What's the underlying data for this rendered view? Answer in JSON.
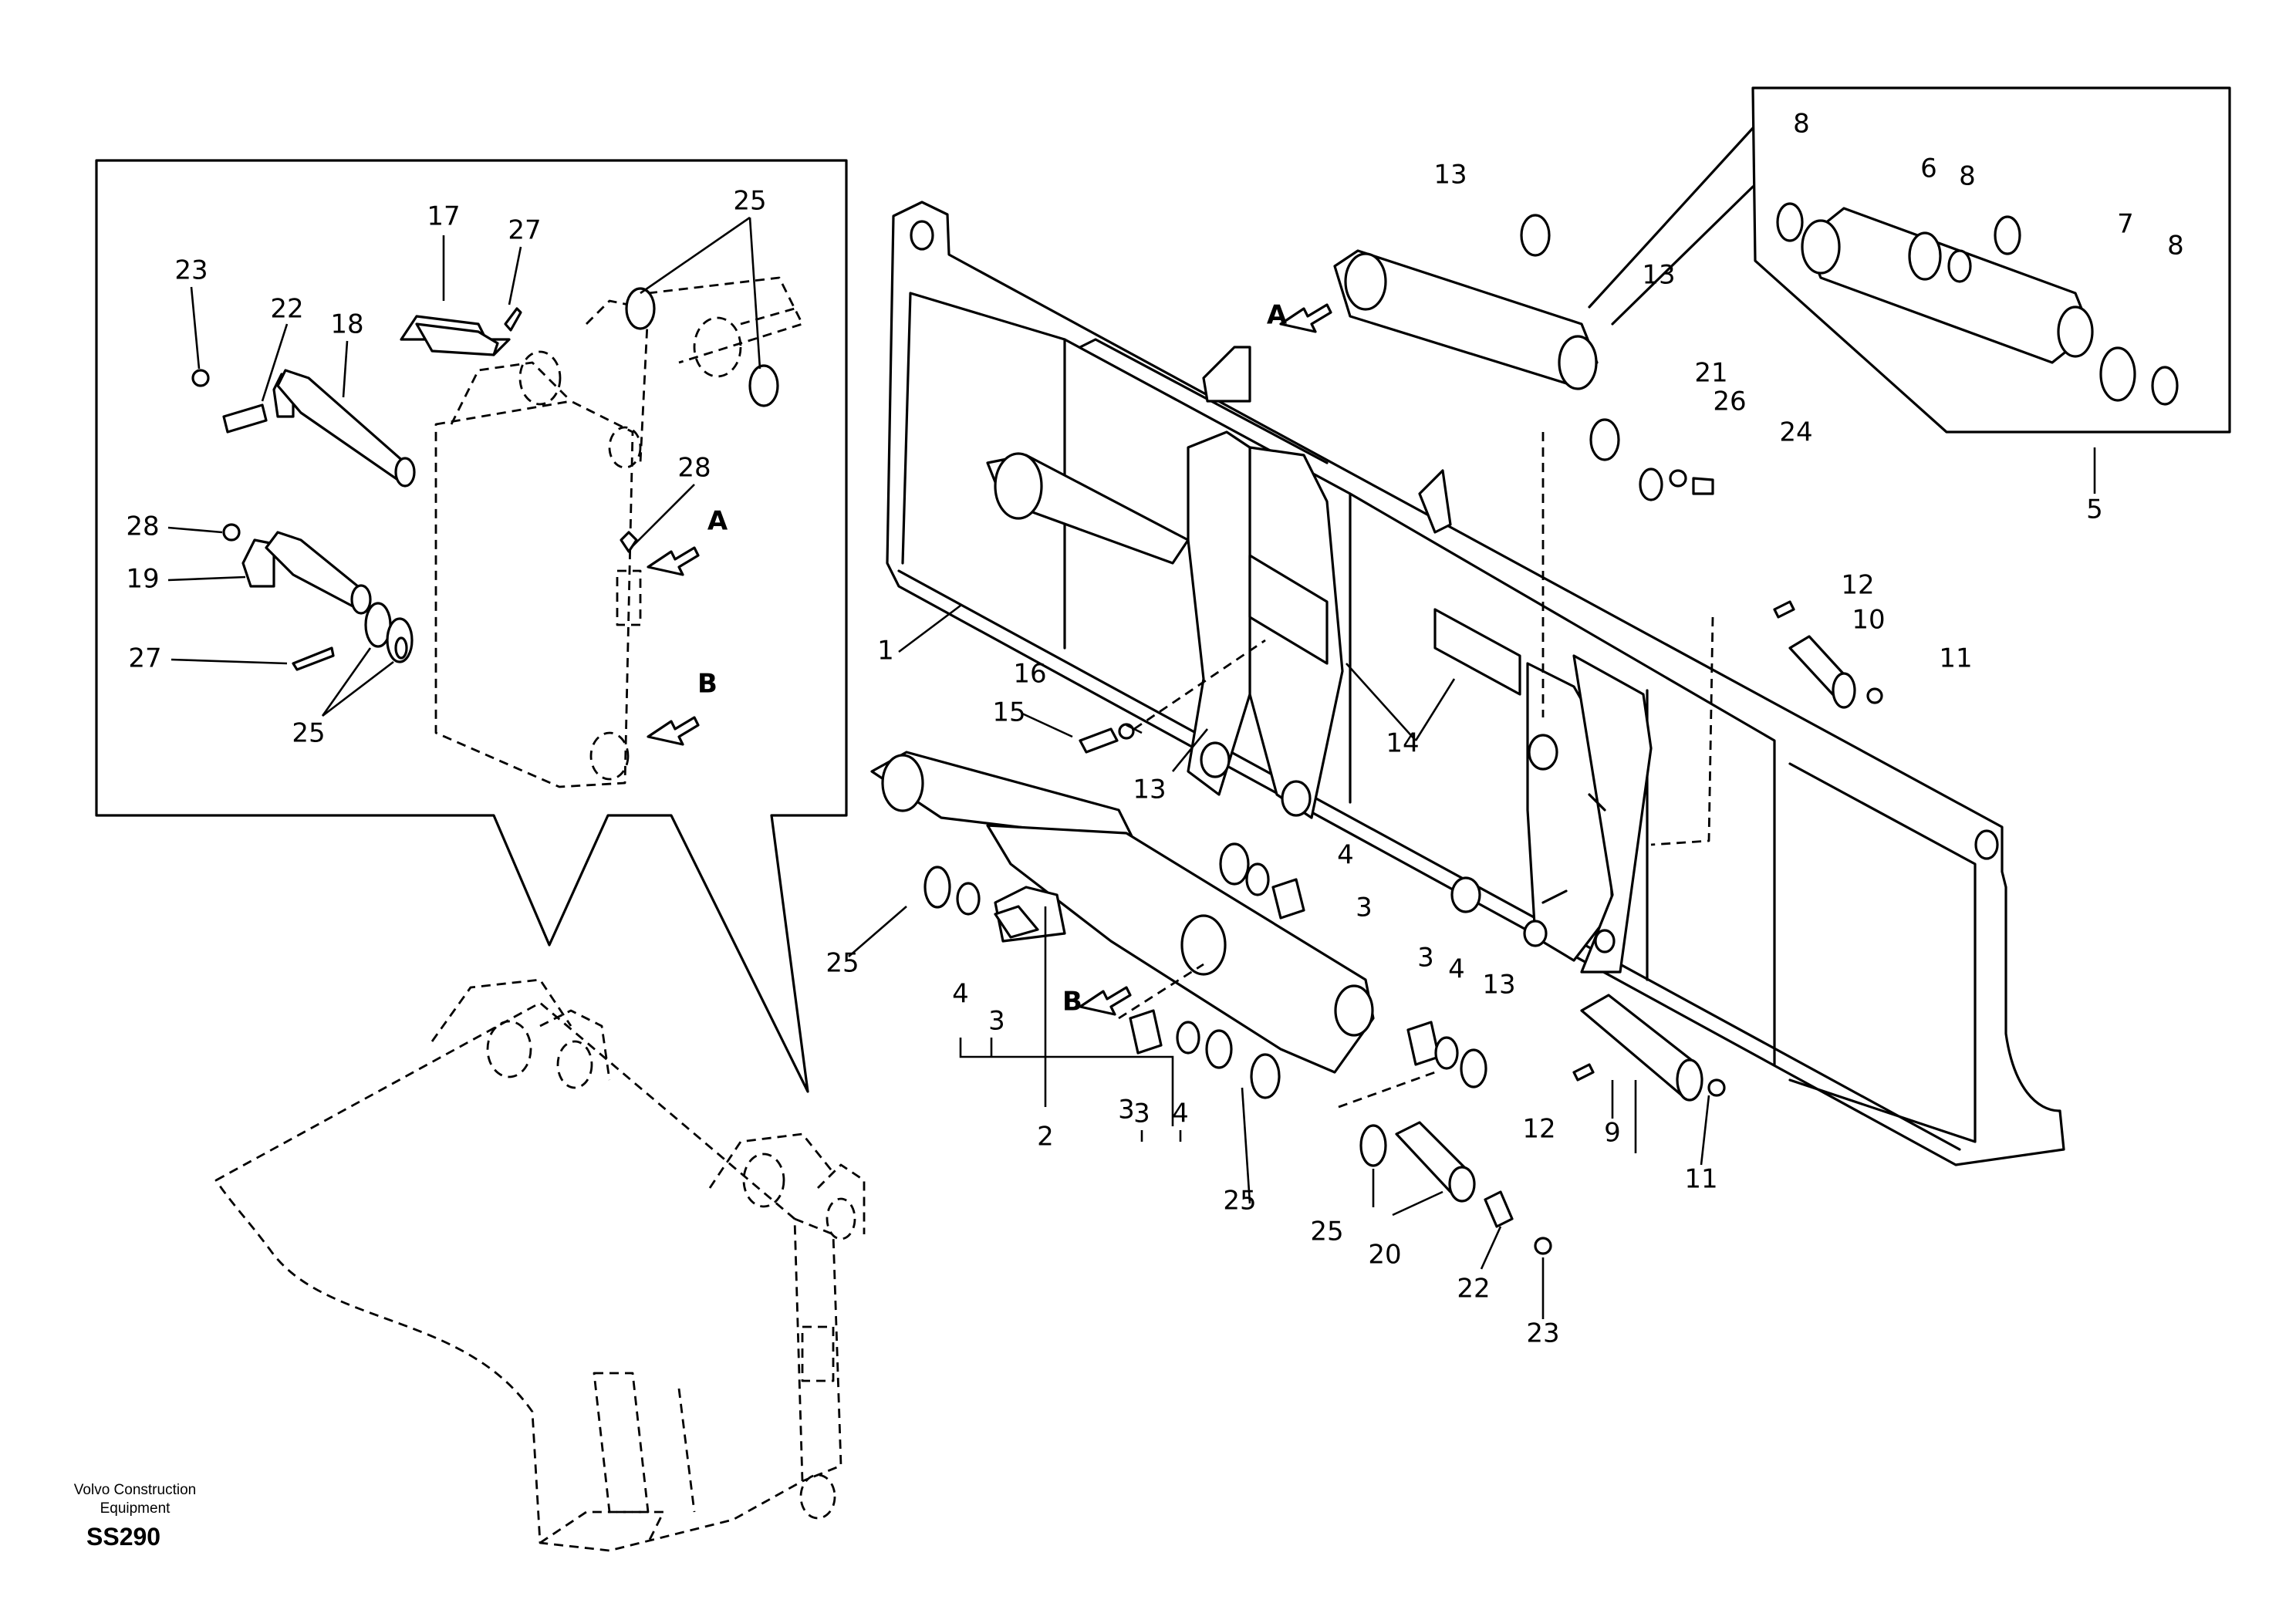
{
  "footer": {
    "brand_line1": "Volvo Construction",
    "brand_line2": "Equipment",
    "code": "SS290"
  },
  "views": {
    "view_a": "A",
    "view_b": "B"
  },
  "callouts": [
    {
      "id": "c1",
      "text": "1"
    },
    {
      "id": "c2",
      "text": "2"
    },
    {
      "id": "c3a",
      "text": "3"
    },
    {
      "id": "c3b",
      "text": "3"
    },
    {
      "id": "c3c",
      "text": "3"
    },
    {
      "id": "c3d",
      "text": "3"
    },
    {
      "id": "c3e",
      "text": "3"
    },
    {
      "id": "c4a",
      "text": "4"
    },
    {
      "id": "c4b",
      "text": "4"
    },
    {
      "id": "c4c",
      "text": "4"
    },
    {
      "id": "c4d",
      "text": "4"
    },
    {
      "id": "c5",
      "text": "5"
    },
    {
      "id": "c6",
      "text": "6"
    },
    {
      "id": "c7",
      "text": "7"
    },
    {
      "id": "c8a",
      "text": "8"
    },
    {
      "id": "c8b",
      "text": "8"
    },
    {
      "id": "c8c",
      "text": "8"
    },
    {
      "id": "c9",
      "text": "9"
    },
    {
      "id": "c10",
      "text": "10"
    },
    {
      "id": "c11a",
      "text": "11"
    },
    {
      "id": "c11b",
      "text": "11"
    },
    {
      "id": "c12a",
      "text": "12"
    },
    {
      "id": "c12b",
      "text": "12"
    },
    {
      "id": "c13a",
      "text": "13"
    },
    {
      "id": "c13b",
      "text": "13"
    },
    {
      "id": "c13c",
      "text": "13"
    },
    {
      "id": "c13d",
      "text": "13"
    },
    {
      "id": "c14",
      "text": "14"
    },
    {
      "id": "c15",
      "text": "15"
    },
    {
      "id": "c16",
      "text": "16"
    },
    {
      "id": "c17",
      "text": "17"
    },
    {
      "id": "c18",
      "text": "18"
    },
    {
      "id": "c19",
      "text": "19"
    },
    {
      "id": "c20",
      "text": "20"
    },
    {
      "id": "c21",
      "text": "21"
    },
    {
      "id": "c22a",
      "text": "22"
    },
    {
      "id": "c22b",
      "text": "22"
    },
    {
      "id": "c23a",
      "text": "23"
    },
    {
      "id": "c23b",
      "text": "23"
    },
    {
      "id": "c24",
      "text": "24"
    },
    {
      "id": "c25a",
      "text": "25"
    },
    {
      "id": "c25b",
      "text": "25"
    },
    {
      "id": "c25c",
      "text": "25"
    },
    {
      "id": "c25d",
      "text": "25"
    },
    {
      "id": "c25e",
      "text": "25"
    },
    {
      "id": "c26",
      "text": "26"
    },
    {
      "id": "c27a",
      "text": "27"
    },
    {
      "id": "c27b",
      "text": "27"
    },
    {
      "id": "c28a",
      "text": "28"
    },
    {
      "id": "c28b",
      "text": "28"
    }
  ]
}
